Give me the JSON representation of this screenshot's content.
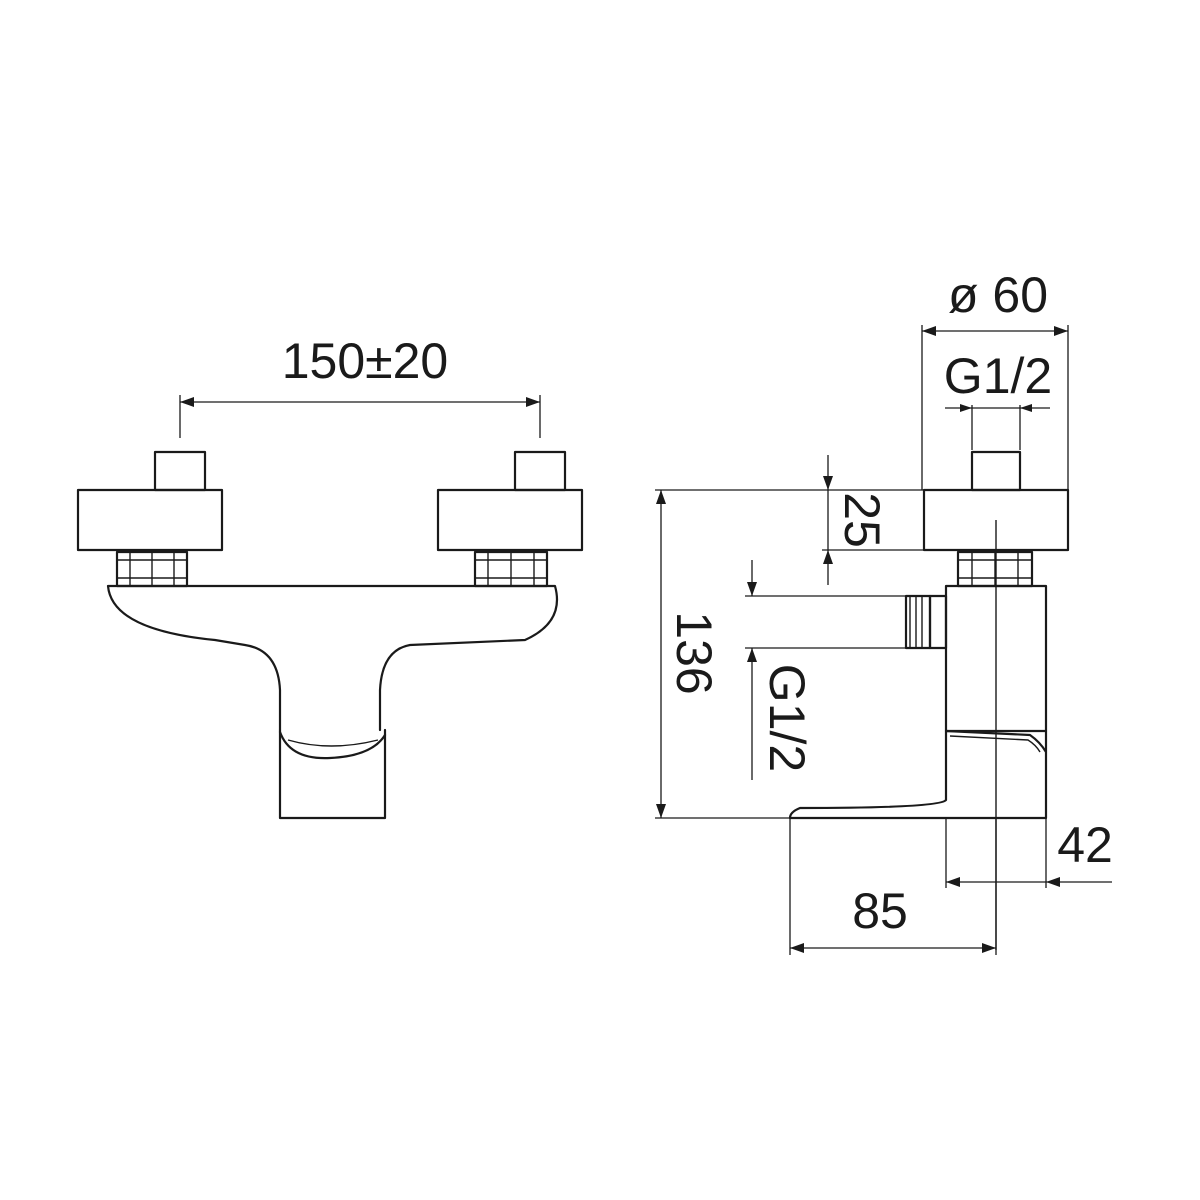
{
  "dimensions": {
    "center_distance": "150±20",
    "rosette_diameter": "ø 60",
    "top_connection": "G1/2",
    "cap_height": "25",
    "overall_height": "136",
    "side_connection": "G1/2",
    "wall_depth": "42",
    "spout_projection": "85"
  },
  "colors": {
    "line": "#1a1a1a",
    "background": "#ffffff"
  }
}
